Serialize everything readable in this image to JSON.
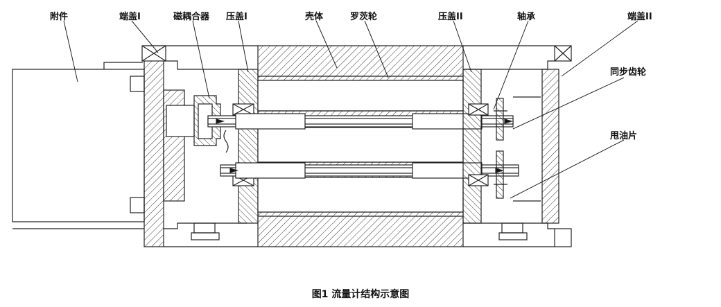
{
  "labels": {
    "attachment": "附件",
    "end_cap_1": "端盖I",
    "magnetic_coupler": "磁耦合器",
    "press_cap_1": "压盖I",
    "housing": "壳体",
    "roots_rotor": "罗茨轮",
    "press_cap_2": "压盖II",
    "bearing": "轴承",
    "end_cap_2": "端盖II",
    "sync_gear": "同步齿轮",
    "oil_slinger": "甩油片"
  },
  "caption": "图1  流量计结构示意图"
}
